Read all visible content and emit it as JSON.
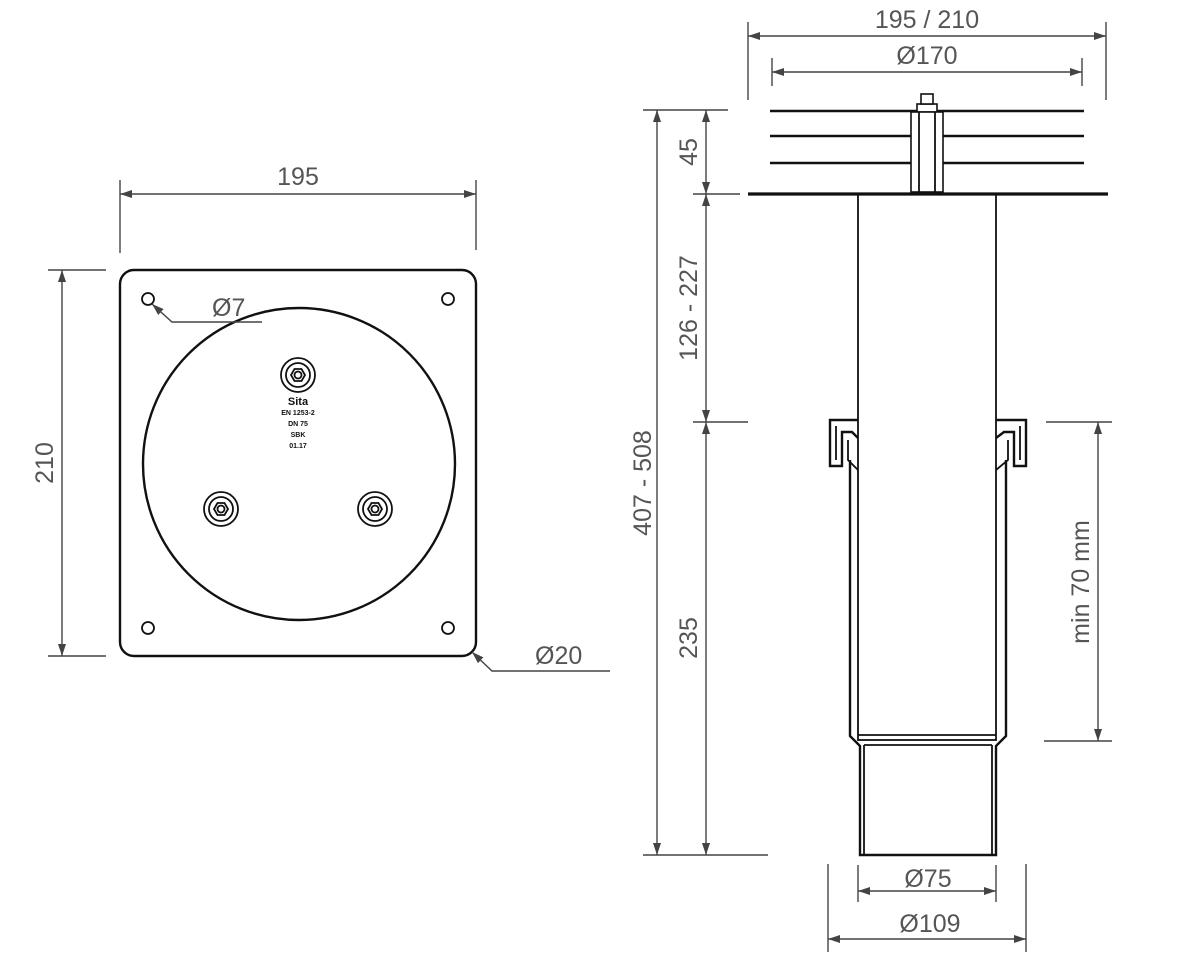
{
  "drawing": {
    "top_view": {
      "dim_width": "195",
      "dim_height": "210",
      "dim_hole": "Ø7",
      "dim_corner": "Ø20",
      "label_lines": [
        "Sita",
        "EN 1253-2",
        "DN 75",
        "SBK",
        "01.17"
      ]
    },
    "side_view": {
      "dim_top_outer": "195 / 210",
      "dim_top_inner": "Ø170",
      "dim_total": "407 - 508",
      "dim_top_section": "45",
      "dim_adjust": "126 - 227",
      "dim_lower": "235",
      "dim_min": "min 70 mm",
      "dim_pipe_inner": "Ø75",
      "dim_pipe_outer": "Ø109"
    }
  }
}
